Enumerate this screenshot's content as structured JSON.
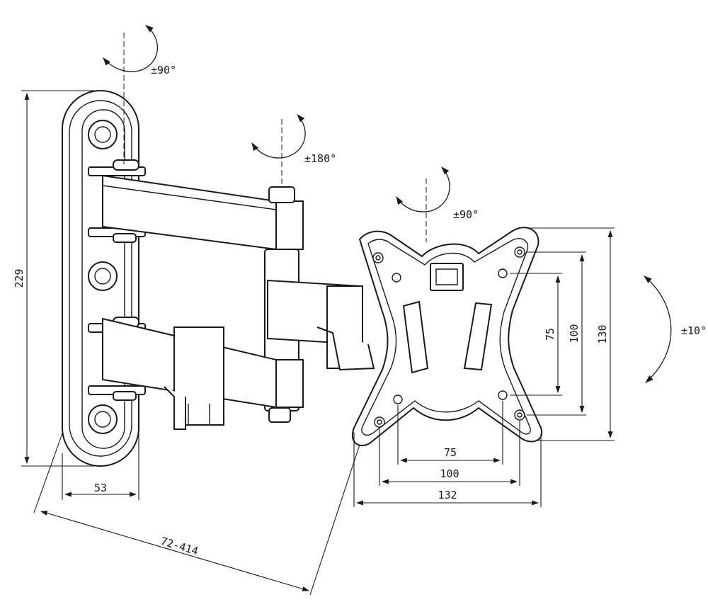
{
  "rotations": {
    "wall_swivel": "±90°",
    "arm_swivel": "±180°",
    "plate_swivel": "±90°",
    "tilt": "±10°"
  },
  "dimensions": {
    "wall_height": "229",
    "wall_width": "53",
    "extension": "72-414",
    "vesa_inner_h": "75",
    "vesa_outer_h": "100",
    "plate_height": "130",
    "vesa_inner_w": "75",
    "vesa_outer_w": "100",
    "plate_width": "132"
  }
}
